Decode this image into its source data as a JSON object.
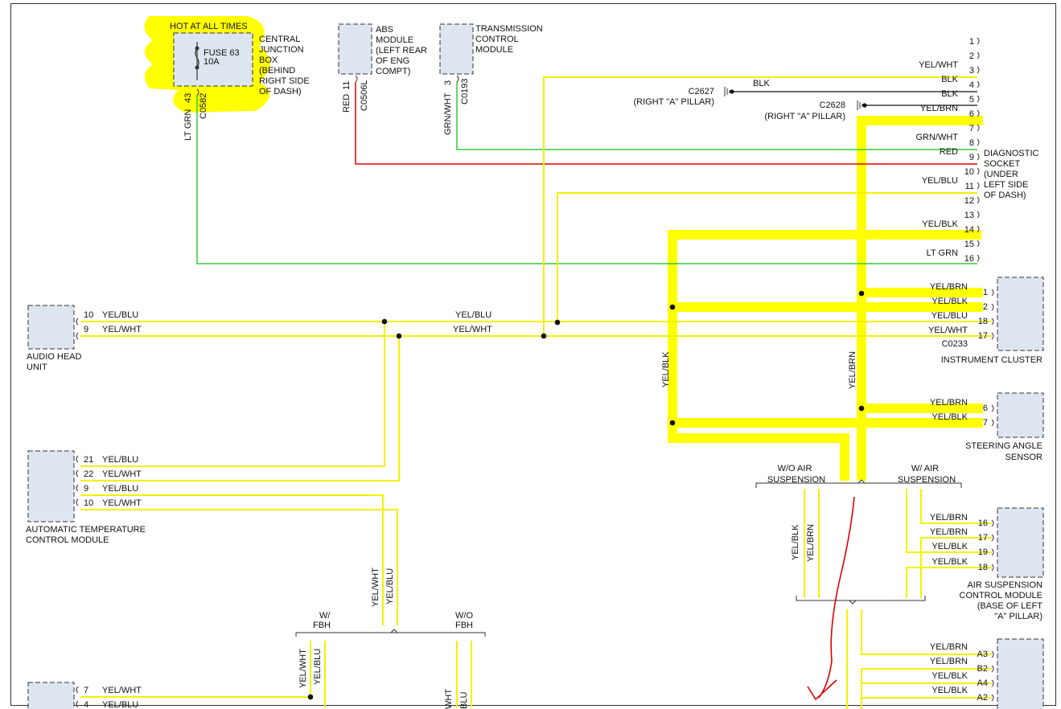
{
  "colors": {
    "wire_yellow": "#f2f200",
    "highlight": "#ffff00",
    "green": "#33cc33",
    "red": "#e00000",
    "black": "#111111",
    "connector_fill": "#dde6f0",
    "annotation_arrow": "#e00000"
  },
  "fuse": {
    "hot_label": "HOT AT ALL TIMES",
    "fuse_name": "FUSE 63",
    "fuse_rating": "10A",
    "junction_lines": [
      "CENTRAL",
      "JUNCTION",
      "BOX",
      "(BEHIND",
      "RIGHT SIDE",
      "OF DASH)"
    ],
    "pin": "43",
    "connector": "C0582",
    "wire": "LT GRN"
  },
  "abs": {
    "lines": [
      "ABS",
      "MODULE",
      "(LEFT REAR",
      "OF ENG",
      "COMPT)"
    ],
    "wire": "RED",
    "pin": "11",
    "connector": "C0506L"
  },
  "tcm": {
    "lines": [
      "TRANSMISSION",
      "CONTROL",
      "MODULE"
    ],
    "wire": "GRN/WHT",
    "pin": "3",
    "connector": "C0193"
  },
  "grounds": [
    {
      "name": "C2627",
      "location": "(RIGHT \"A\" PILLAR)",
      "wire": "BLK"
    },
    {
      "name": "C2628",
      "location": "(RIGHT \"A\" PILLAR)"
    }
  ],
  "diagnostic": {
    "lines": [
      "DIAGNOSTIC",
      "SOCKET",
      "(UNDER",
      "LEFT SIDE",
      "OF DASH)"
    ],
    "pins": [
      {
        "n": "1",
        "wire": ""
      },
      {
        "n": "2",
        "wire": ""
      },
      {
        "n": "3",
        "wire": "YEL/WHT"
      },
      {
        "n": "4",
        "wire": "BLK"
      },
      {
        "n": "5",
        "wire": "BLK"
      },
      {
        "n": "6",
        "wire": "YEL/BRN"
      },
      {
        "n": "7",
        "wire": ""
      },
      {
        "n": "8",
        "wire": "GRN/WHT"
      },
      {
        "n": "9",
        "wire": "RED"
      },
      {
        "n": "10",
        "wire": ""
      },
      {
        "n": "11",
        "wire": "YEL/BLU"
      },
      {
        "n": "12",
        "wire": ""
      },
      {
        "n": "13",
        "wire": ""
      },
      {
        "n": "14",
        "wire": "YEL/BLK"
      },
      {
        "n": "15",
        "wire": ""
      },
      {
        "n": "16",
        "wire": "LT GRN"
      }
    ]
  },
  "audio": {
    "lines": [
      "AUDIO HEAD",
      "UNIT"
    ],
    "pins": [
      {
        "n": "10",
        "wire": "YEL/BLU"
      },
      {
        "n": "9",
        "wire": "YEL/WHT"
      }
    ]
  },
  "bus_labels": {
    "blu": "YEL/BLU",
    "wht": "YEL/WHT"
  },
  "instrument": {
    "title": "INSTRUMENT CLUSTER",
    "connector": "C0233",
    "pins": [
      {
        "n": "1",
        "wire": "YEL/BRN"
      },
      {
        "n": "2",
        "wire": "YEL/BLK"
      },
      {
        "n": "18",
        "wire": "YEL/BLU"
      },
      {
        "n": "17",
        "wire": "YEL/WHT"
      }
    ]
  },
  "vertical_labels": {
    "blk": "YEL/BLK",
    "brn": "YEL/BRN"
  },
  "steering": {
    "lines": [
      "STEERING ANGLE",
      "SENSOR"
    ],
    "pins": [
      {
        "n": "6",
        "wire": "YEL/BRN"
      },
      {
        "n": "7",
        "wire": "YEL/BLK"
      }
    ]
  },
  "atc": {
    "lines": [
      "AUTOMATIC TEMPERATURE",
      "CONTROL MODULE"
    ],
    "pins": [
      {
        "n": "21",
        "wire": "YEL/BLU"
      },
      {
        "n": "22",
        "wire": "YEL/WHT"
      },
      {
        "n": "9",
        "wire": "YEL/BLU"
      },
      {
        "n": "10",
        "wire": "YEL/WHT"
      }
    ],
    "vlabels": [
      "YEL/WHT",
      "YEL/BLU"
    ]
  },
  "split": {
    "wo_air": [
      "W/O AIR",
      "SUSPENSION"
    ],
    "w_air": [
      "W/ AIR",
      "SUSPENSION"
    ],
    "vlabels": [
      "YEL/BLK",
      "YEL/BRN"
    ]
  },
  "air_susp": {
    "lines": [
      "AIR SUSPENSION",
      "CONTROL MODULE",
      "(BASE OF LEFT",
      "\"A\" PILLAR)"
    ],
    "pins": [
      {
        "n": "16",
        "wire": "YEL/BRN"
      },
      {
        "n": "17",
        "wire": "YEL/BRN"
      },
      {
        "n": "19",
        "wire": "YEL/BLK"
      },
      {
        "n": "18",
        "wire": "YEL/BLK"
      }
    ]
  },
  "lower_module": {
    "pins": [
      {
        "n": "A3",
        "wire": "YEL/BRN"
      },
      {
        "n": "B2",
        "wire": "YEL/BRN"
      },
      {
        "n": "A4",
        "wire": "YEL/BLK"
      },
      {
        "n": "A2",
        "wire": "YEL/BLK"
      }
    ]
  },
  "fbh": {
    "w": [
      "W/",
      "FBH"
    ],
    "wo": [
      "W/O",
      "FBH"
    ],
    "vlabels_w": [
      "YEL/WHT",
      "YEL/BLU"
    ],
    "vlabels_wo": [
      "WHT",
      "BLU"
    ]
  },
  "bottom_left": {
    "pins": [
      {
        "n": "7",
        "wire": "YEL/WHT"
      },
      {
        "n": "4",
        "wire": "YEL/BLU"
      }
    ]
  }
}
